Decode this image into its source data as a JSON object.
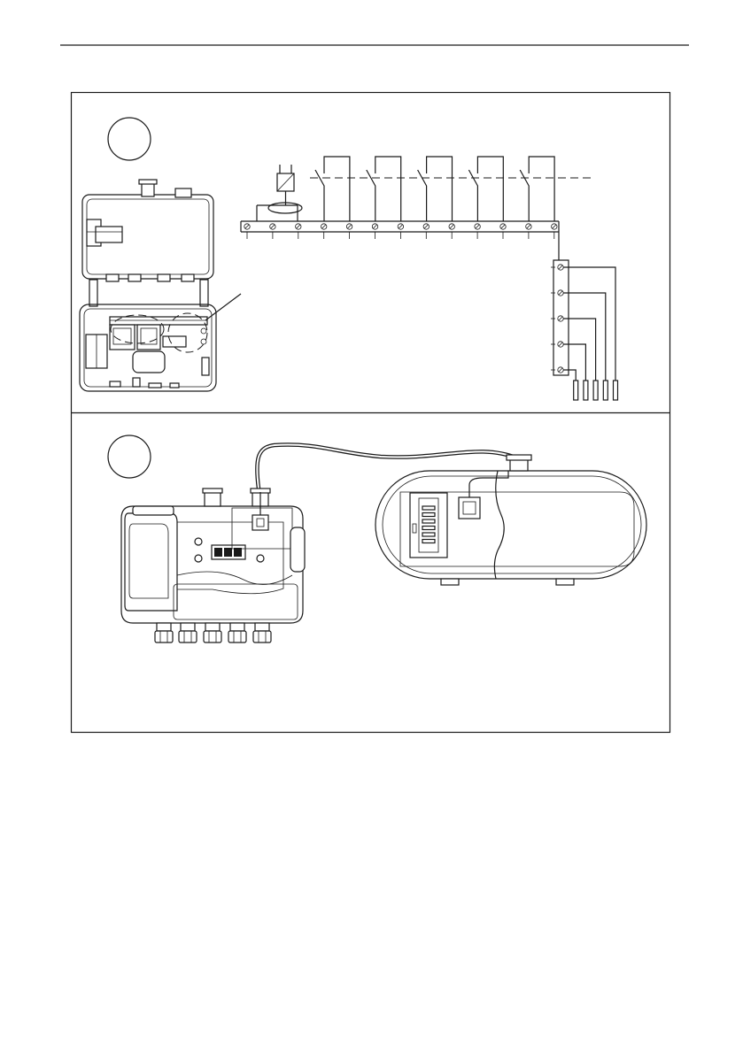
{
  "panels": [
    {
      "id": "panel-1",
      "marker": ""
    },
    {
      "id": "panel-2",
      "marker": ""
    }
  ],
  "terminal_strip": {
    "terminal_count": 13,
    "relay_count": 5,
    "output_count": 5
  },
  "colors": {
    "line": "#1a1a1a",
    "background": "#ffffff"
  }
}
